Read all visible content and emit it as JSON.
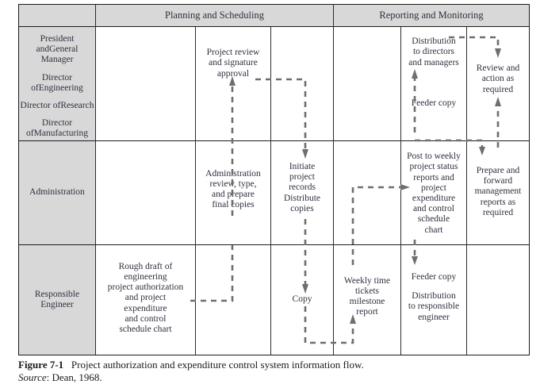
{
  "figure": {
    "number": "Figure 7-1",
    "title": "Project authorization and expenditure control system information flow.",
    "source_label": "Source",
    "source_value": ": Dean, 1968."
  },
  "table": {
    "column_groups": [
      {
        "label": "",
        "span": 1
      },
      {
        "label": "Planning and Scheduling",
        "span": 3
      },
      {
        "label": "Reporting and Monitoring",
        "span": 3
      }
    ],
    "rows": [
      {
        "role_label_lines": [
          "President and\nGeneral Manager",
          "Director of\nEngineering",
          "Director of\nResearch",
          "Director of\nManufacturing"
        ],
        "roles": [
          {
            "l1": "President and",
            "l2": "General Manager"
          },
          {
            "l1": "Director of",
            "l2": "Engineering"
          },
          {
            "l1": "Director of",
            "l2": "Research"
          },
          {
            "l1": "Director of",
            "l2": "Manufacturing"
          }
        ],
        "cells": [
          "",
          "Project review\nand signature\napproval",
          "",
          "",
          "Distribution\nto directors\nand managers",
          "Review and\naction as\nrequired"
        ],
        "extra_cells": [
          {
            "text": "Feeder copy"
          }
        ]
      },
      {
        "role": "Administration",
        "cells": [
          "",
          "Administration\nreview, type,\nand prepare\nfinal copies",
          "Initiate\nproject\nrecords\nDistribute\ncopies",
          "",
          "Post to weekly\nproject status\nreports and\nproject\nexpenditure\nand control\nschedule\nchart",
          "Prepare and\nforward\nmanagement\nreports as\nrequired"
        ]
      },
      {
        "role": "Responsible\nEngineer",
        "cells": [
          "Rough draft of\nengineering\nproject authorization\nand project\nexpenditure\nand control\nschedule chart",
          "",
          "Copy",
          "Weekly time\ntickets\nmilestone\nreport",
          "Feeder copy\n\nDistribution\nto responsible\nengineer",
          ""
        ]
      }
    ]
  },
  "boxes": {
    "project_review": "Project review\nand signature\napproval",
    "distribution_directors": "Distribution\nto directors\nand managers",
    "review_action": "Review and\naction as\nrequired",
    "feeder_copy_top": "Feeder copy",
    "admin_review": "Administration\nreview, type,\nand prepare\nfinal copies",
    "initiate_project": "Initiate\nproject\nrecords\nDistribute\ncopies",
    "post_weekly": "Post to weekly\nproject status\nreports and\nproject\nexpenditure\nand control\nschedule\nchart",
    "prepare_forward": "Prepare and\nforward\nmanagement\nreports as\nrequired",
    "rough_draft": "Rough draft of\nengineering\nproject authorization\nand project\nexpenditure\nand control\nschedule chart",
    "copy": "Copy",
    "weekly_time": "Weekly time\ntickets\nmilestone\nreport",
    "feeder_copy_bottom": "Feeder copy",
    "distribution_responsible": "Distribution\nto responsible\nengineer"
  },
  "colors": {
    "shade": "#d8d8d8",
    "rule": "#1a1a1a",
    "flow": "#6e6e6e",
    "text": "#2f2f40"
  }
}
